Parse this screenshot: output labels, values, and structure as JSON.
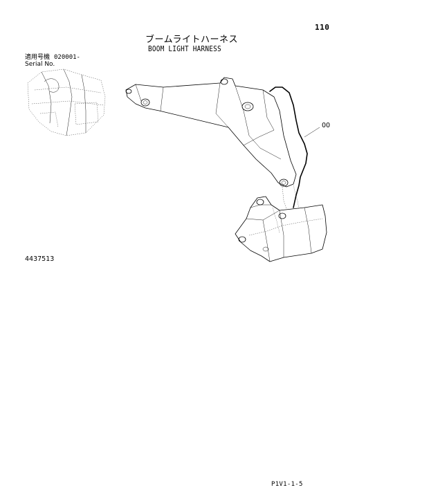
{
  "page": {
    "number": "110",
    "title_jp": "ブームライトハーネス",
    "title_en": "BOOM LIGHT HARNESS",
    "serial_label_jp": "適用号機",
    "serial_value": "020001-",
    "serial_label_en": "Serial No.",
    "part_number": "4437513",
    "callout": "00",
    "footer_code": "P1V1-1-5"
  }
}
